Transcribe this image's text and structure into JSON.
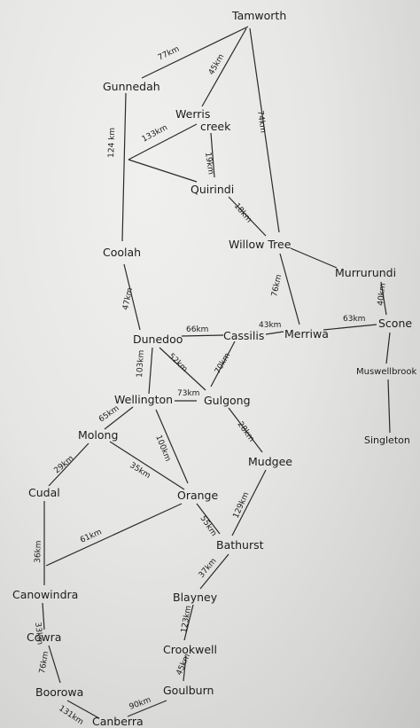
{
  "towns": {
    "tamworth": "Tamworth",
    "gunnedah": "Gunnedah",
    "werris_creek_1": "Werris",
    "werris_creek_2": "creek",
    "quirindi": "Quirindi",
    "willow_tree": "Willow Tree",
    "coolah": "Coolah",
    "murrurundi": "Murrurundi",
    "scone": "Scone",
    "merriwa": "Merriwa",
    "cassilis": "Cassilis",
    "dunedoo": "Dunedoo",
    "muswellbrook": "Muswellbrook",
    "wellington": "Wellington",
    "gulgong": "Gulgong",
    "singleton": "Singleton",
    "molong": "Molong",
    "mudgee": "Mudgee",
    "cudal": "Cudal",
    "orange": "Orange",
    "bathurst": "Bathurst",
    "canowindra": "Canowindra",
    "blayney": "Blayney",
    "cowra": "Cowra",
    "crookwell": "Crookwell",
    "boorowa": "Boorowa",
    "goulburn": "Goulburn",
    "canberra": "Canberra"
  },
  "distances": {
    "tamworth_gunnedah": "77km",
    "tamworth_werris": "45km",
    "tamworth_willow": "74km",
    "gunnedah_werris": "133km",
    "gunnedah_coolah": "124 km",
    "werris_quirindi": "19km",
    "quirindi_willow": "18km",
    "coolah_dunedoo": "47km",
    "willow_merriwa": "76km",
    "murrurundi_scone": "40km",
    "merriwa_cassilis": "43km",
    "merriwa_scone": "63km",
    "dunedoo_cassilis": "66km",
    "dunedoo_wellington": "103km",
    "dunedoo_gulgong": "52km",
    "cassilis_gulgong": "70km",
    "wellington_gulgong": "73km",
    "wellington_molong": "65km",
    "wellington_orange": "100km",
    "gulgong_mudgee": "28km",
    "molong_cudal": "29km",
    "molong_orange": "35km",
    "mudgee_bathurst": "129km",
    "cudal_canowindra": "36km",
    "orange_canowindra": "61km",
    "orange_bathurst": "55km",
    "bathurst_blayney": "37km",
    "canowindra_cowra": "33km",
    "blayney_crookwell": "123km",
    "cowra_boorowa": "76km",
    "crookwell_goulburn": "45km",
    "boorowa_canberra": "131km",
    "goulburn_canberra": "90km"
  },
  "colors": {
    "ink": "#1c1c1c",
    "paper": "#e8e8e6"
  }
}
